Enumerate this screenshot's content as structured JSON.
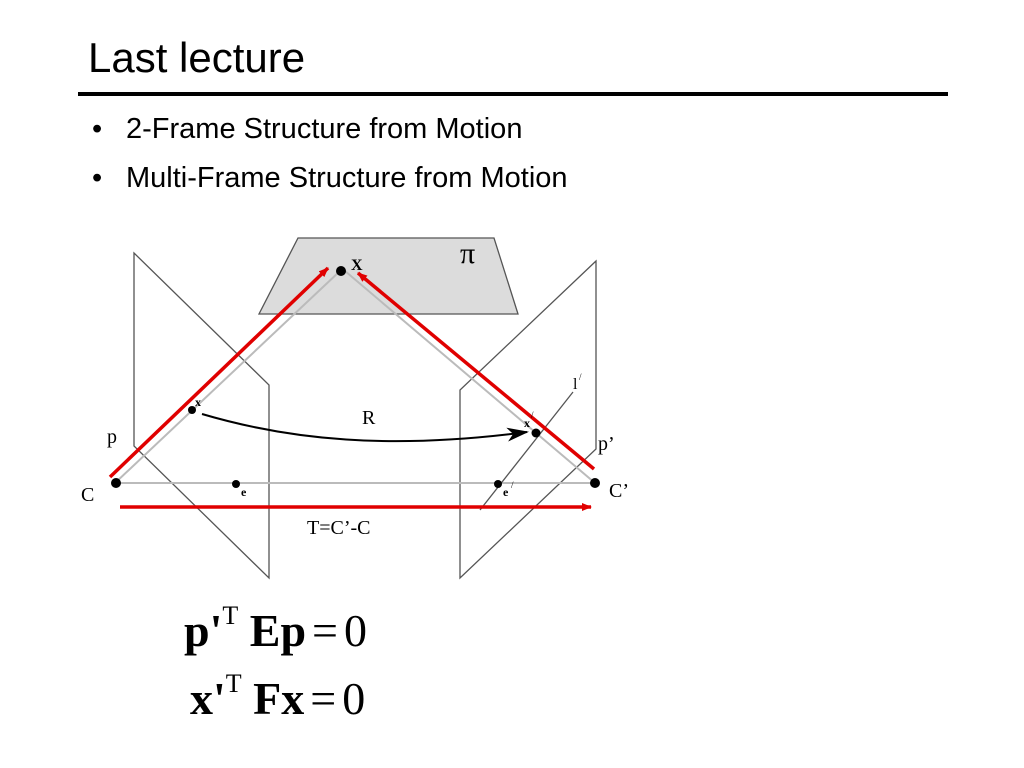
{
  "title": "Last lecture",
  "bullets": [
    "2-Frame Structure from Motion",
    "Multi-Frame Structure from Motion"
  ],
  "diagram": {
    "plane_label": "π",
    "point_X": "X",
    "point_x": "x",
    "point_x_prime": "x",
    "prime_mark": "/",
    "epipole_e": "e",
    "epipole_e_prime": "e",
    "epipolar_line": "l",
    "label_p": "p",
    "label_p_prime": "p’",
    "label_C": "C",
    "label_C_prime": "C’",
    "label_R": "R",
    "label_T": "T=C’-C",
    "colors": {
      "red": "#e00000",
      "plane_fill": "#dcdcdc",
      "gray": "#555555"
    }
  },
  "equations": [
    {
      "vector_left": "p",
      "prime": "'",
      "transpose": "T",
      "matrix": "E",
      "vector_right": "p",
      "equals": "=",
      "rhs": "0"
    },
    {
      "vector_left": "x",
      "prime": "'",
      "transpose": "T",
      "matrix": "F",
      "vector_right": "x",
      "equals": "=",
      "rhs": "0"
    }
  ]
}
